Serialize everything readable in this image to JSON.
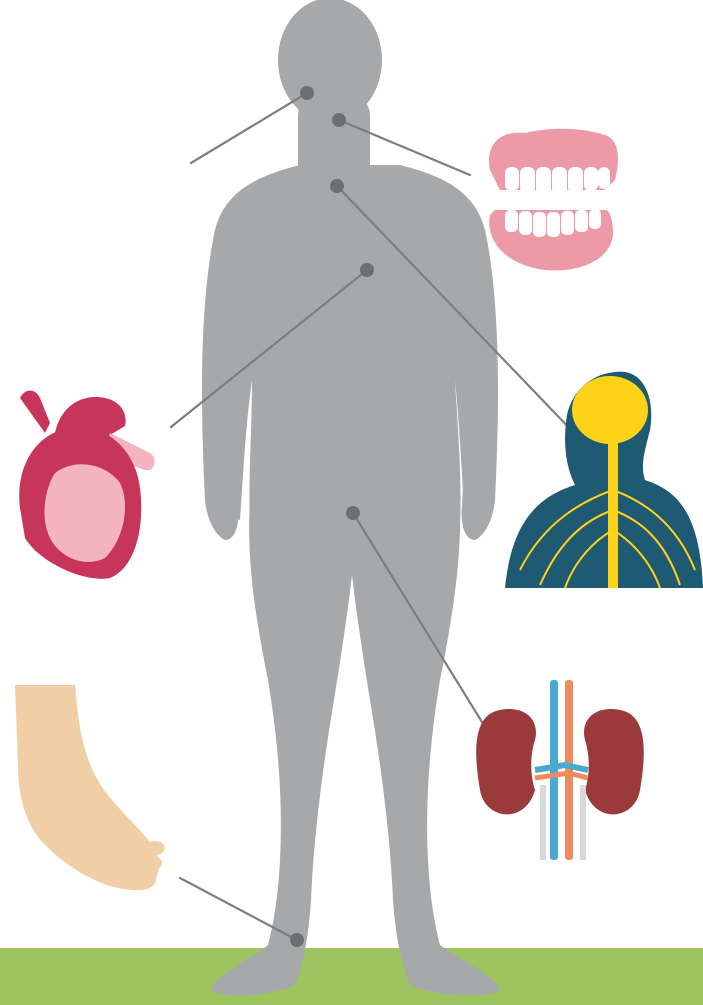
{
  "colors": {
    "background": "#ffffff",
    "ground": "#9dc45f",
    "silhouette": "#a7a8aa",
    "connector": "#7d7e80",
    "dot": "#6e6f71",
    "heart": "#c8355a",
    "heart_light": "#f3b4bf",
    "teeth_gum": "#ec9aa6",
    "teeth": "#ffffff",
    "nerve_body": "#1e5a72",
    "nerve_glow": "#ffd21a",
    "kidney": "#9b3a3a",
    "artery": "#f08a5c",
    "vein": "#4aa9cf",
    "foot_skin": "#f1cfa6"
  },
  "illustrations": [
    {
      "name": "teeth-icon",
      "target": "mouth"
    },
    {
      "name": "nervous-system-icon",
      "target": "brain-and-spine"
    },
    {
      "name": "heart-icon",
      "target": "chest"
    },
    {
      "name": "kidneys-icon",
      "target": "lower-back"
    },
    {
      "name": "foot-icon",
      "target": "ankle"
    }
  ]
}
